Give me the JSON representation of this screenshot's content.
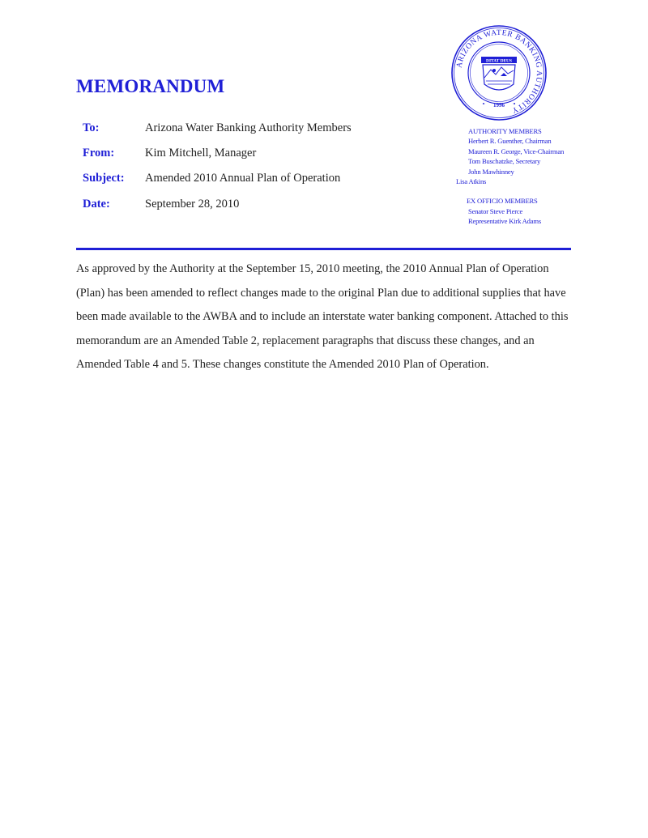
{
  "colors": {
    "accent": "#1f1fd6",
    "text": "#1a1a1a"
  },
  "seal": {
    "name": "seal-icon",
    "ring_text_top": "ARIZONA WATER BANKING AUTHORITY",
    "center_text": "DITAT DEUS",
    "year": "1996"
  },
  "memo": {
    "title": "MEMORANDUM",
    "to_label": "To:",
    "to_value": "Arizona Water Banking Authority Members",
    "from_label": "From:",
    "from_value": "Kim Mitchell, Manager",
    "subject_label": "Subject:",
    "subject_value": "Amended 2010 Annual Plan of Operation",
    "date_label": "Date:",
    "date_value": "September 28, 2010"
  },
  "members": {
    "authority_title": "AUTHORITY MEMBERS",
    "authority": [
      "Herbert R. Guenther, Chairman",
      "Maureen R. George, Vice-Chairman",
      "Tom Buschatzke, Secretary",
      "John Mawhinney",
      "Lisa Atkins"
    ],
    "ex_officio_title": "EX OFFICIO MEMBERS",
    "ex_officio": [
      "Senator Steve Pierce",
      "Representative Kirk Adams"
    ]
  },
  "body": {
    "paragraph": "As approved by the Authority at the September 15, 2010 meeting, the 2010 Annual Plan of Operation (Plan) has been amended to reflect changes made to the original Plan due to additional supplies that have been made available to the AWBA and to include an interstate water banking component.  Attached to this memorandum are an Amended Table 2, replacement paragraphs that discuss these changes, and an Amended Table 4 and 5.  These changes constitute the Amended 2010 Plan of Operation."
  }
}
